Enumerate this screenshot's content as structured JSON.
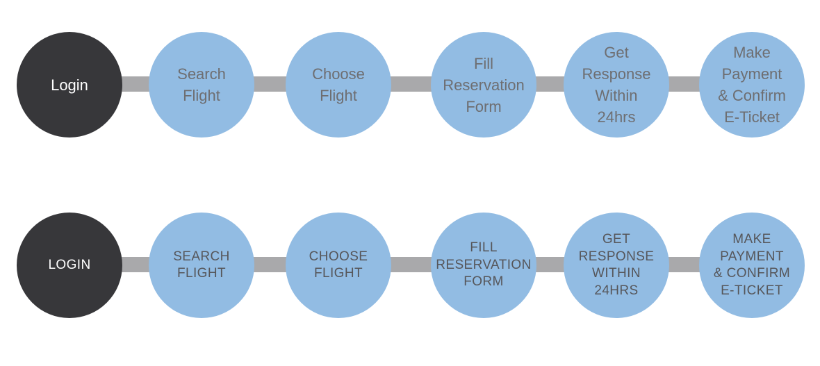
{
  "diagram": {
    "description": "Flight booking process flow",
    "colors": {
      "start_circle": "#37373a",
      "step_circle": "#92bce3",
      "connector": "#a9a9ab",
      "start_text": "#ffffff",
      "step_text_row1": "#6e6e71",
      "step_text_row2": "#56565a"
    },
    "rows": [
      {
        "style": "title-case",
        "steps": [
          {
            "label": "Login"
          },
          {
            "label": "Search\nFlight"
          },
          {
            "label": "Choose\nFlight"
          },
          {
            "label": "Fill\nReservation\nForm"
          },
          {
            "label": "Get\nResponse\nWithin\n24hrs"
          },
          {
            "label": "Make\nPayment\n& Confirm\nE-Ticket"
          }
        ]
      },
      {
        "style": "uppercase",
        "steps": [
          {
            "label": "LOGIN"
          },
          {
            "label": "SEARCH\nFLIGHT"
          },
          {
            "label": "CHOOSE\nFLIGHT"
          },
          {
            "label": "FILL\nRESERVATION\nFORM"
          },
          {
            "label": "GET\nRESPONSE\nWITHIN\n24HRS"
          },
          {
            "label": "MAKE\nPAYMENT\n& CONFIRM\nE-TICKET"
          }
        ]
      }
    ]
  }
}
